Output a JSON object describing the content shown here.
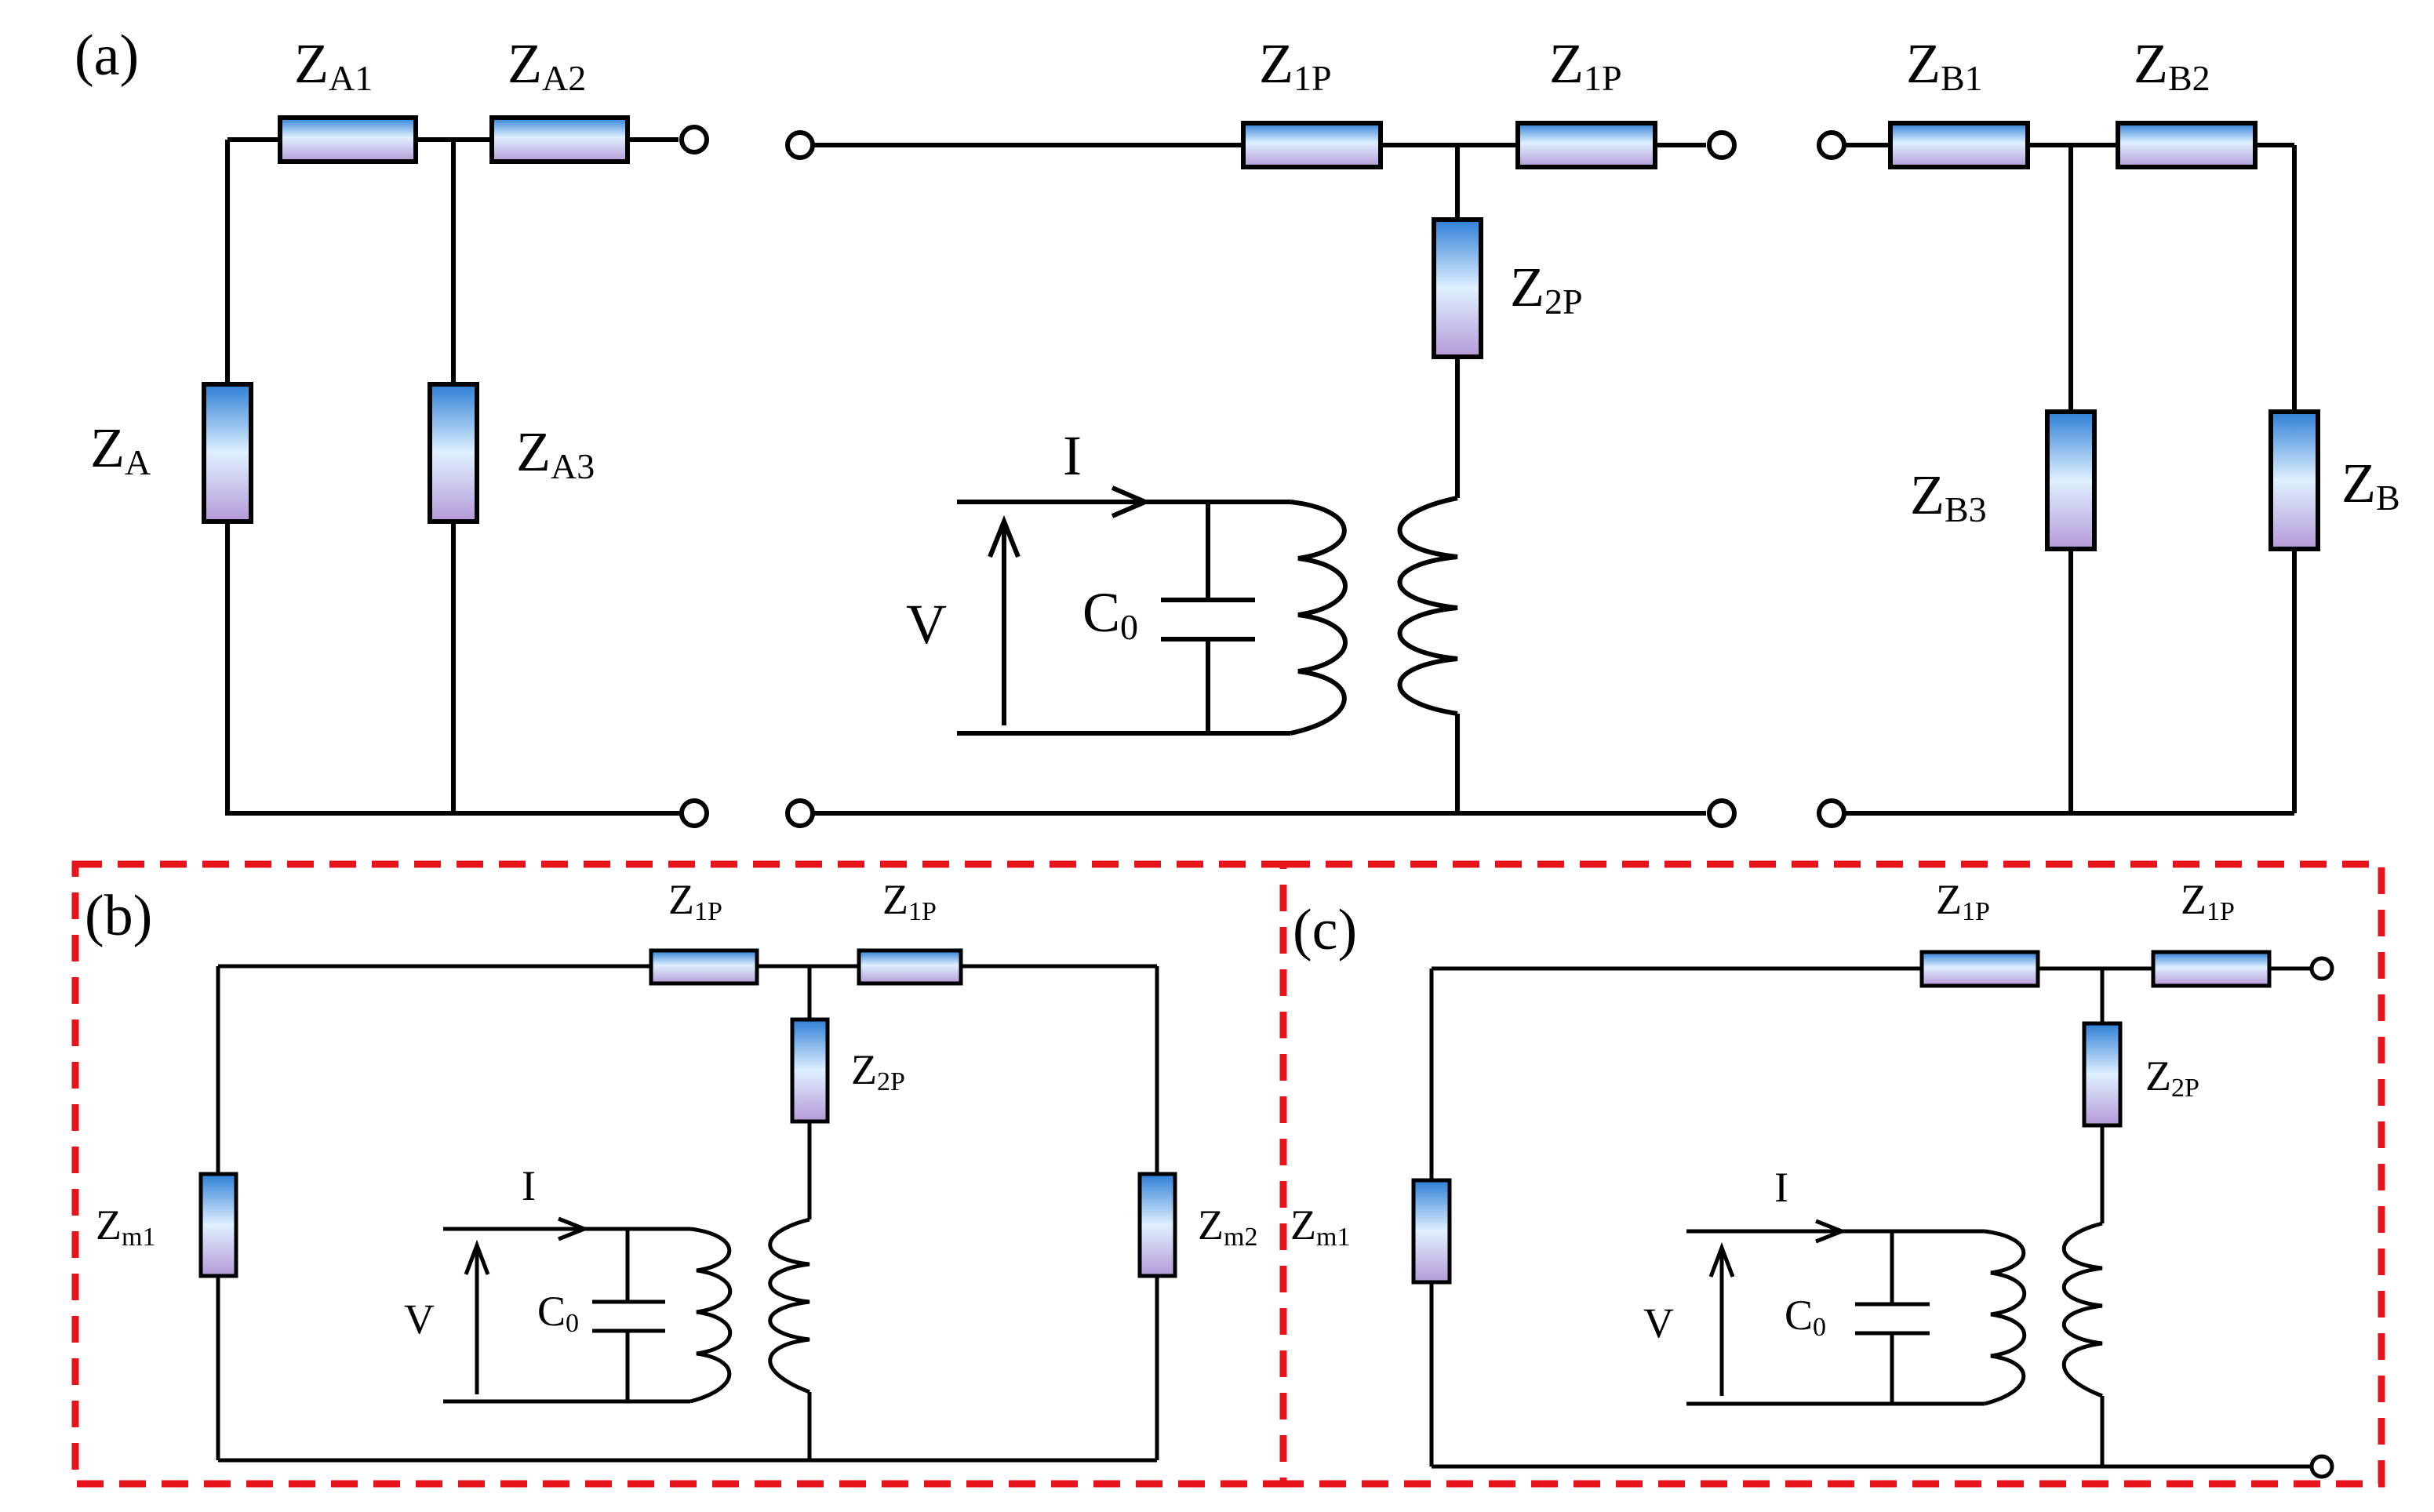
{
  "panels": {
    "a": "(a)",
    "b": "(b)",
    "c": "(c)"
  },
  "labels": {
    "a": {
      "ZA1": {
        "main": "Z",
        "sub": "A1"
      },
      "ZA2": {
        "main": "Z",
        "sub": "A2"
      },
      "ZA": {
        "main": "Z",
        "sub": "A"
      },
      "ZA3": {
        "main": "Z",
        "sub": "A3"
      },
      "Z1P_left": {
        "main": "Z",
        "sub": "1P"
      },
      "Z1P_right": {
        "main": "Z",
        "sub": "1P"
      },
      "Z2P": {
        "main": "Z",
        "sub": "2P"
      },
      "ZB1": {
        "main": "Z",
        "sub": "B1"
      },
      "ZB2": {
        "main": "Z",
        "sub": "B2"
      },
      "ZB3": {
        "main": "Z",
        "sub": "B3"
      },
      "ZB": {
        "main": "Z",
        "sub": "B"
      },
      "I": "I",
      "V": "V",
      "C0": {
        "main": "C",
        "sub": "0"
      }
    },
    "b": {
      "Z1P_left": {
        "main": "Z",
        "sub": "1P"
      },
      "Z1P_right": {
        "main": "Z",
        "sub": "1P"
      },
      "Z2P": {
        "main": "Z",
        "sub": "2P"
      },
      "Zm1": {
        "main": "Z",
        "sub": "m1"
      },
      "Zm2": {
        "main": "Z",
        "sub": "m2"
      },
      "I": "I",
      "V": "V",
      "C0": {
        "main": "C",
        "sub": "0"
      }
    },
    "c": {
      "Z1P_left": {
        "main": "Z",
        "sub": "1P"
      },
      "Z1P_right": {
        "main": "Z",
        "sub": "1P"
      },
      "Z2P": {
        "main": "Z",
        "sub": "2P"
      },
      "Zm1": {
        "main": "Z",
        "sub": "m1"
      },
      "I": "I",
      "V": "V",
      "C0": {
        "main": "C",
        "sub": "0"
      }
    }
  },
  "colors": {
    "wire": "#000000",
    "resistor_top": "#2e7fd6",
    "resistor_light": "#dff0ff",
    "resistor_bottom": "#b59ad8",
    "dashed_border": "#e8141b"
  }
}
